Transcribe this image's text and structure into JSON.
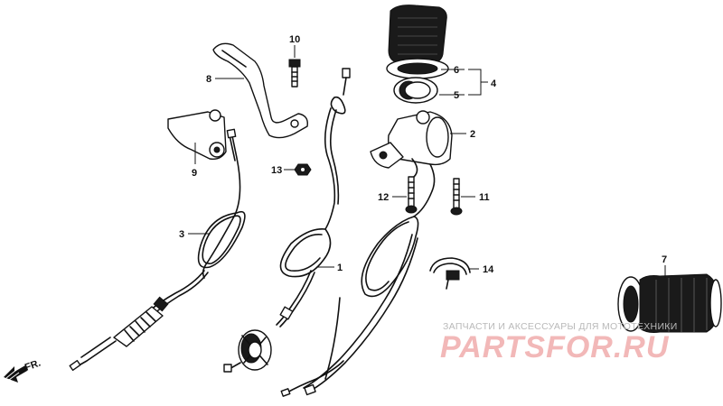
{
  "callouts": {
    "p1": "1",
    "p2": "2",
    "p3": "3",
    "p4": "4",
    "p5": "5",
    "p6": "6",
    "p7": "7",
    "p8": "8",
    "p9": "9",
    "p10": "10",
    "p11": "11",
    "p12": "12",
    "p13": "13",
    "p14": "14"
  },
  "direction_marker": "FR.",
  "watermark": {
    "tagline": "ЗАПЧАСТИ И АКСЕССУАРЫ ДЛЯ МОТОТЕХНИКИ",
    "logo": "PARTSFOR.RU"
  },
  "colors": {
    "ink": "#111111",
    "watermark_gray": "#b9b9b9",
    "watermark_red": "#f2b8b8"
  }
}
